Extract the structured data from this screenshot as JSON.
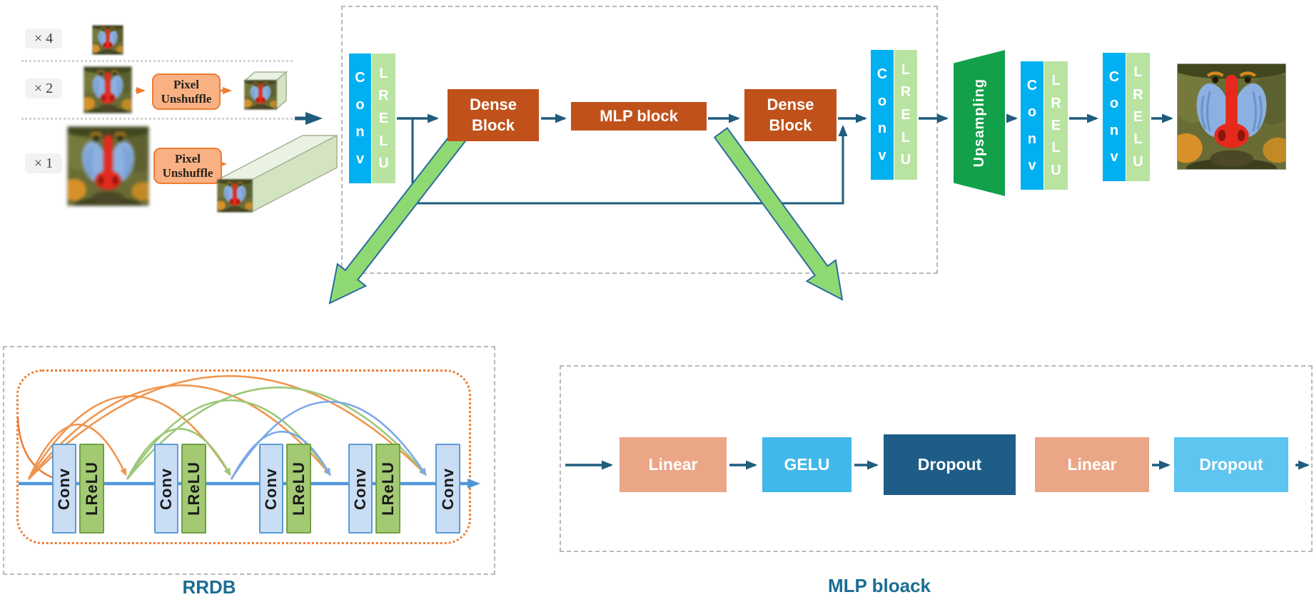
{
  "colors": {
    "conv_blue": "#00b0f0",
    "lrelu_green": "#b9e3a1",
    "block_rust": "#c0511b",
    "upsampling_green": "#13a04a",
    "arrow_navy": "#1f5c7d",
    "accent_orange": "#ed7d31",
    "pixel_unshuffle_fill": "#f9b183",
    "linear_salmon": "#eba687",
    "gelu_blue": "#41b8e9",
    "dropout_dark": "#1d5d87",
    "dropout_light": "#5ec4f0",
    "caption_teal": "#1b6d93",
    "rrdb_conv_fill": "#c9ddf4",
    "rrdb_conv_border": "#5b9bd5",
    "rrdb_lrelu_fill": "#a3c973",
    "rrdb_lrelu_border": "#70a144",
    "rrdb_line_blue": "#4f97d9",
    "skip_arc_orange": "#f0954e",
    "skip_arc_green": "#9cc878",
    "skip_arc_blue": "#7da9e8",
    "big_arrow_green": "#8fd973"
  },
  "input_panel": {
    "rows": [
      {
        "scale_label": "× 4"
      },
      {
        "scale_label": "× 2",
        "pixel_unshuffle_label": "Pixel Unshuffle"
      },
      {
        "scale_label": "× 1",
        "pixel_unshuffle_label": "Pixel Unshuffle"
      }
    ]
  },
  "pipeline": {
    "conv_label": "Conv",
    "lrelu_label": "LRELU",
    "dense_block_1_label": "Dense Block",
    "mlp_block_label": "MLP block",
    "dense_block_2_label": "Dense Block",
    "upsampling_label": "Upsampling"
  },
  "rrdb_detail": {
    "caption": "RRDB",
    "conv_label": "Conv",
    "lrelu_label": "LReLU",
    "final_conv_label": "Conv"
  },
  "mlp_detail": {
    "caption": "MLP bloack",
    "blocks": [
      {
        "label": "Linear"
      },
      {
        "label": "GELU"
      },
      {
        "label": "Dropout"
      },
      {
        "label": "Linear"
      },
      {
        "label": "Dropout"
      }
    ]
  }
}
